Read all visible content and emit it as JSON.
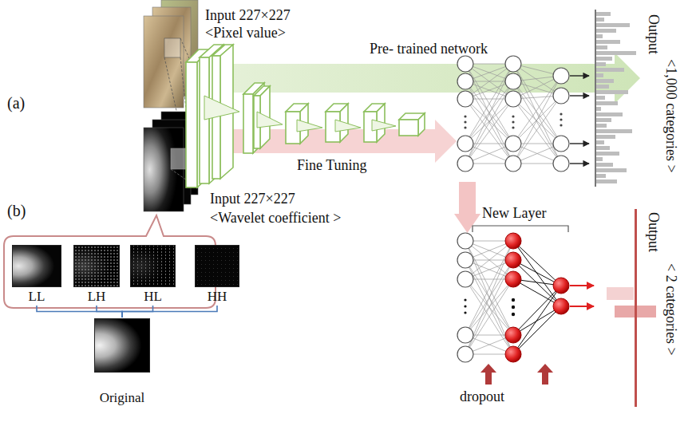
{
  "diagram": {
    "nodes": [
      {
        "text": [
          "LL"
        ]
      },
      {
        "text": [
          "LH"
        ]
      },
      {
        "text": [
          "HL"
        ]
      },
      {
        "text": [
          "HH"
        ]
      },
      {
        "text": [
          "Original"
        ]
      }
    ],
    "edges": [
      {
        "from": 0,
        "to": 4,
        "arrow": "none"
      },
      {
        "from": 1,
        "to": 4,
        "arrow": "none"
      },
      {
        "from": 2,
        "to": 4,
        "arrow": "none"
      },
      {
        "from": 3,
        "to": 4,
        "arrow": "none"
      }
    ],
    "labels": [
      "Input 227×227",
      "<Pixel value>",
      "Pre- trained network",
      "(a)",
      "Fine Tuning",
      "Output",
      "<1,000 categories >",
      "(b)",
      "Input 227×227",
      "<Wavelet coefficient >",
      "New Layer",
      "Output",
      "< 2 categories >",
      "dropout"
    ]
  }
}
